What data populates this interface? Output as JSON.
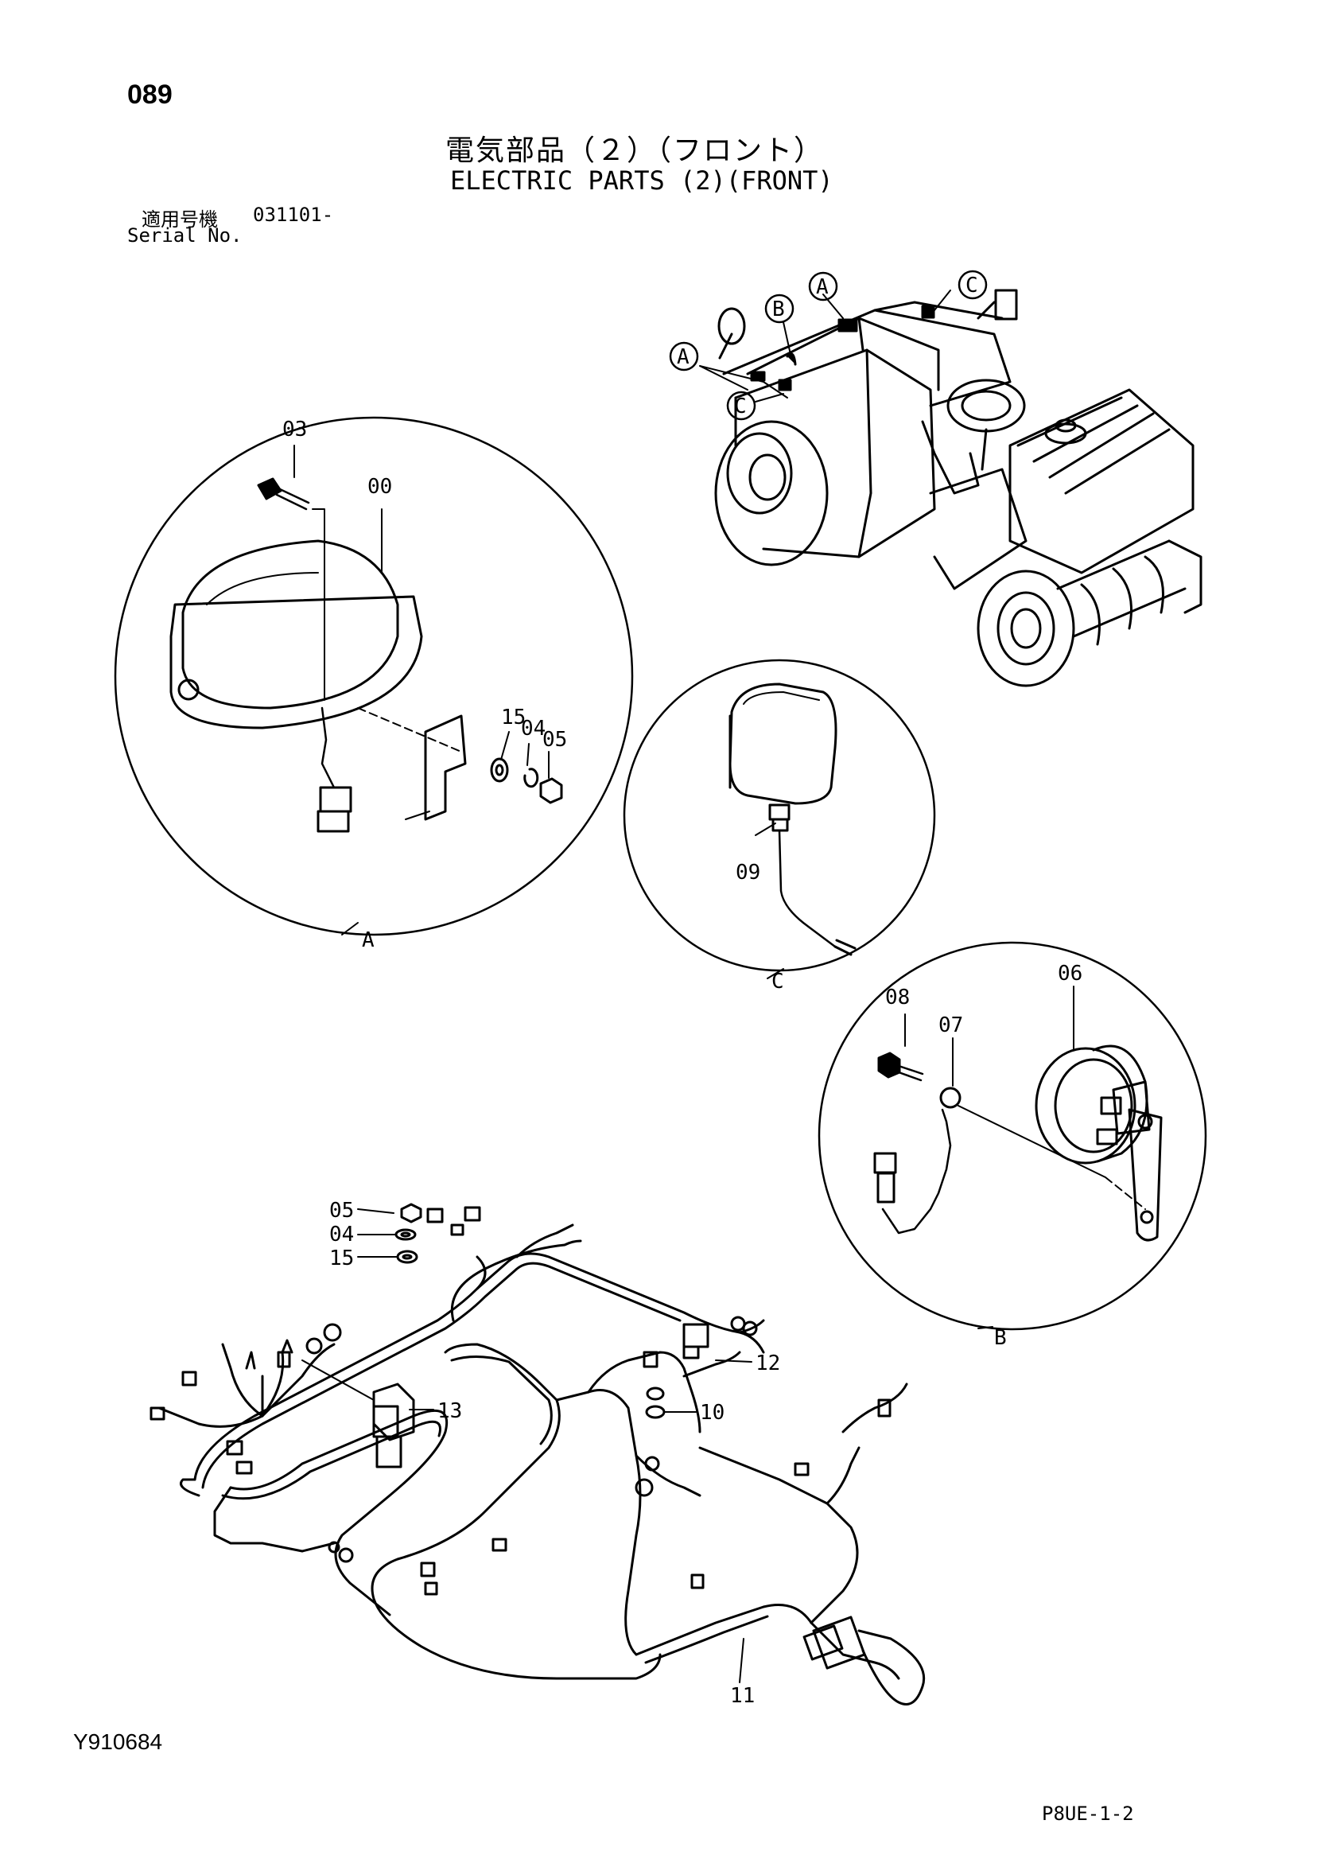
{
  "header": {
    "page_number": "089",
    "title_ja": "電気部品（２）（フロント）",
    "title_en": "ELECTRIC PARTS (2)(FRONT)",
    "serial_label_ja": "適用号機",
    "serial_value": "031101-",
    "serial_label_en": "Serial No."
  },
  "callouts": {
    "overview": {
      "a_top": "A",
      "b": "B",
      "c_top": "C",
      "a_left": "A",
      "c_left": "C"
    },
    "detail_a": {
      "part_03": "03",
      "part_00": "00",
      "part_15": "15",
      "part_04": "04",
      "part_05": "05",
      "view": "A"
    },
    "detail_c": {
      "part_09": "09",
      "view": "C"
    },
    "detail_b": {
      "part_08": "08",
      "part_07": "07",
      "part_06": "06",
      "view": "B"
    },
    "harness": {
      "part_05": "05",
      "part_04": "04",
      "part_15": "15",
      "part_12": "12",
      "part_13": "13",
      "part_10": "10",
      "part_11": "11"
    }
  },
  "footer": {
    "drawing_id": "Y910684",
    "sheet_ref": "P8UE-1-2"
  }
}
